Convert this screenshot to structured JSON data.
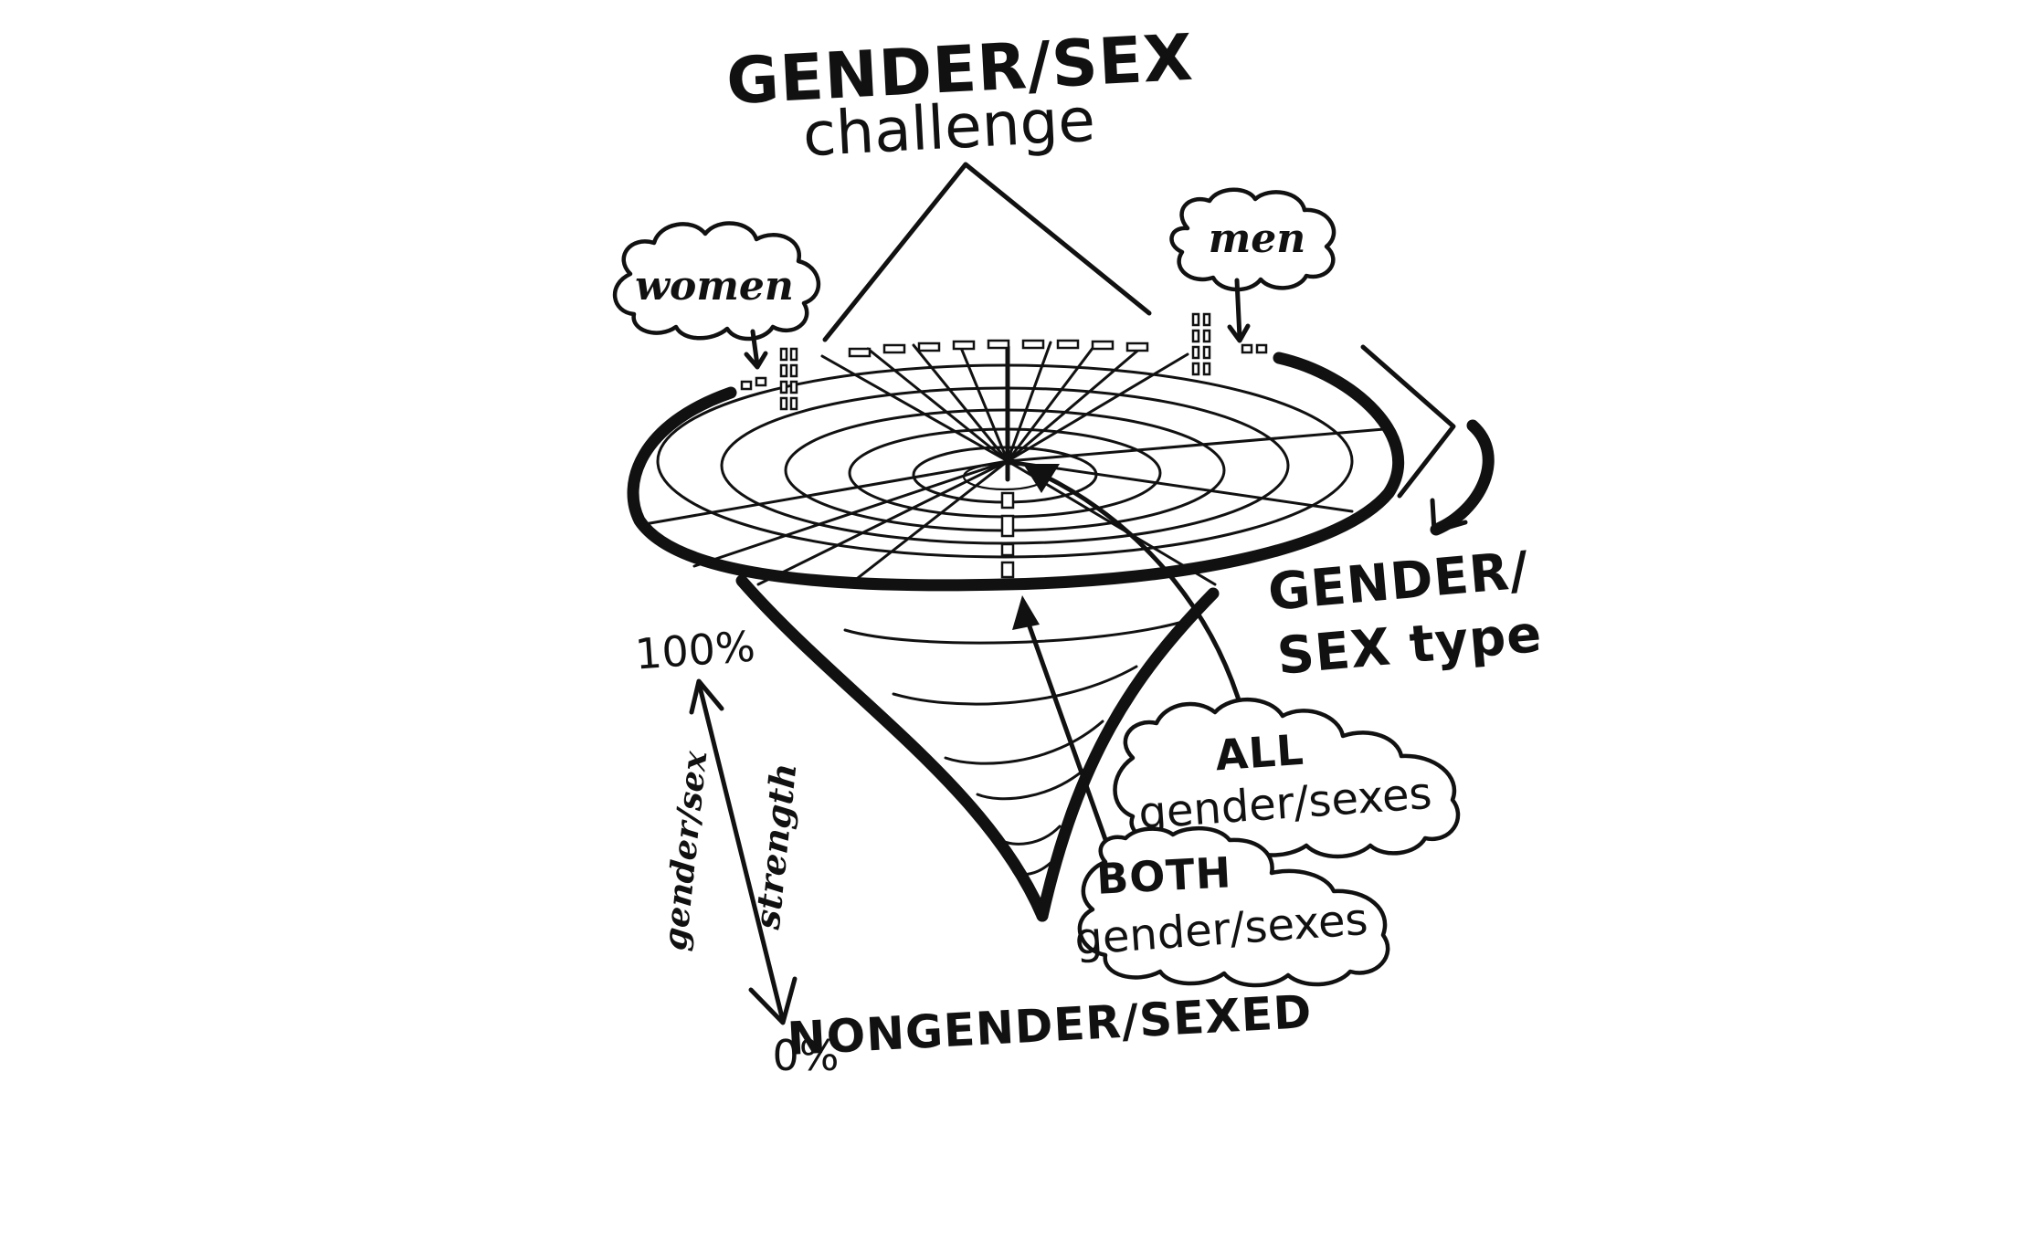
{
  "diagram": {
    "title_line1": "GENDER/SEX",
    "title_line2": "challenge",
    "cloud_women": "women",
    "cloud_men": "men",
    "side_label_line1": "GENDER/",
    "side_label_line2": "SEX type",
    "cloud_all_line1": "ALL",
    "cloud_all_line2": "gender/sexes",
    "cloud_both_line1": "BOTH",
    "cloud_both_line2": "gender/sexes",
    "bottom_label": "NONGENDER/SEXED",
    "scale_top": "100%",
    "scale_bottom": "0%",
    "scale_axis_label_1": "gender/sex",
    "scale_axis_label_2": "strength"
  },
  "colors": {
    "ink": "#111111",
    "background": "#ffffff"
  }
}
